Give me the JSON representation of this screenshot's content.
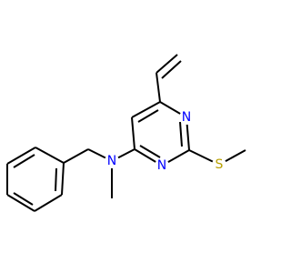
{
  "molecule": {
    "atoms": [
      {
        "id": "N_amine",
        "symbol": "N",
        "color": "#0000ff"
      },
      {
        "id": "N1",
        "symbol": "N",
        "color": "#0000ff"
      },
      {
        "id": "N3",
        "symbol": "N",
        "color": "#0000ff"
      },
      {
        "id": "S",
        "symbol": "S",
        "color": "#b8a000"
      }
    ],
    "bond_color": "#000000"
  }
}
